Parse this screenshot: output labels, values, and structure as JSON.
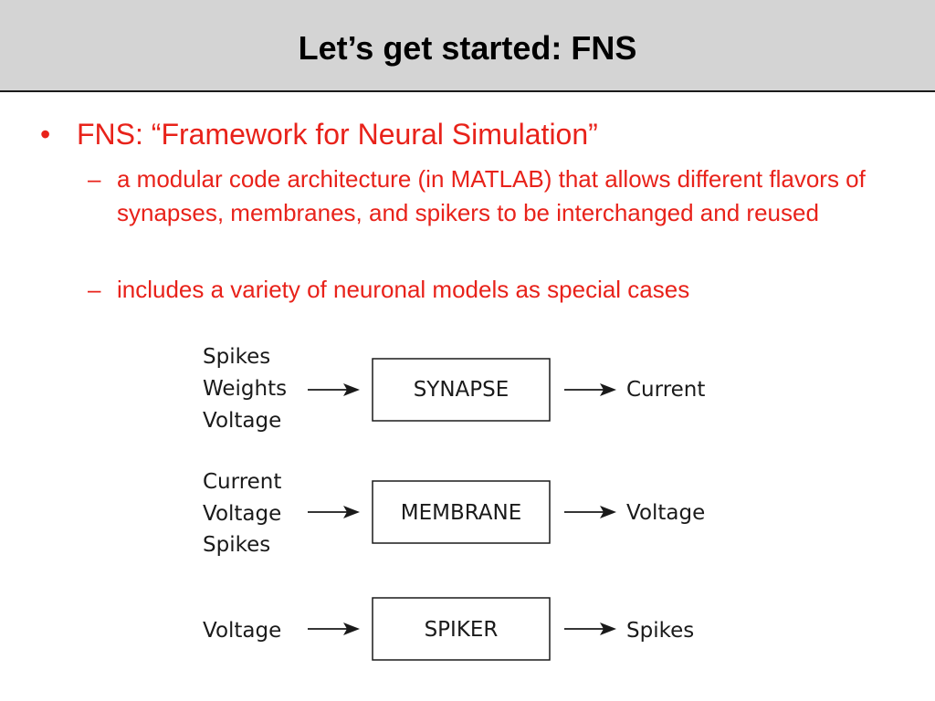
{
  "title": "Let’s get started: FNS",
  "bullets": {
    "main": "FNS: “Framework for Neural Simulation”",
    "bullet_symbol": "•",
    "dash_symbol": "–",
    "sub": [
      "a modular code architecture (in MATLAB) that allows different flavors of synapses, membranes, and spikers to be interchanged and reused",
      "includes a variety of neuronal models as special cases"
    ]
  },
  "diagram": {
    "synapse": {
      "inputs": [
        "Spikes",
        "Weights",
        "Voltage"
      ],
      "label": "SYNAPSE",
      "output": "Current"
    },
    "membrane": {
      "inputs": [
        "Current",
        "Voltage",
        "Spikes"
      ],
      "label": "MEMBRANE",
      "output": "Voltage"
    },
    "spiker": {
      "inputs": [
        "Voltage"
      ],
      "label": "SPIKER",
      "output": "Spikes"
    }
  },
  "colors": {
    "accent_text": "#e8221a",
    "title_bar": "#d4d4d4"
  }
}
